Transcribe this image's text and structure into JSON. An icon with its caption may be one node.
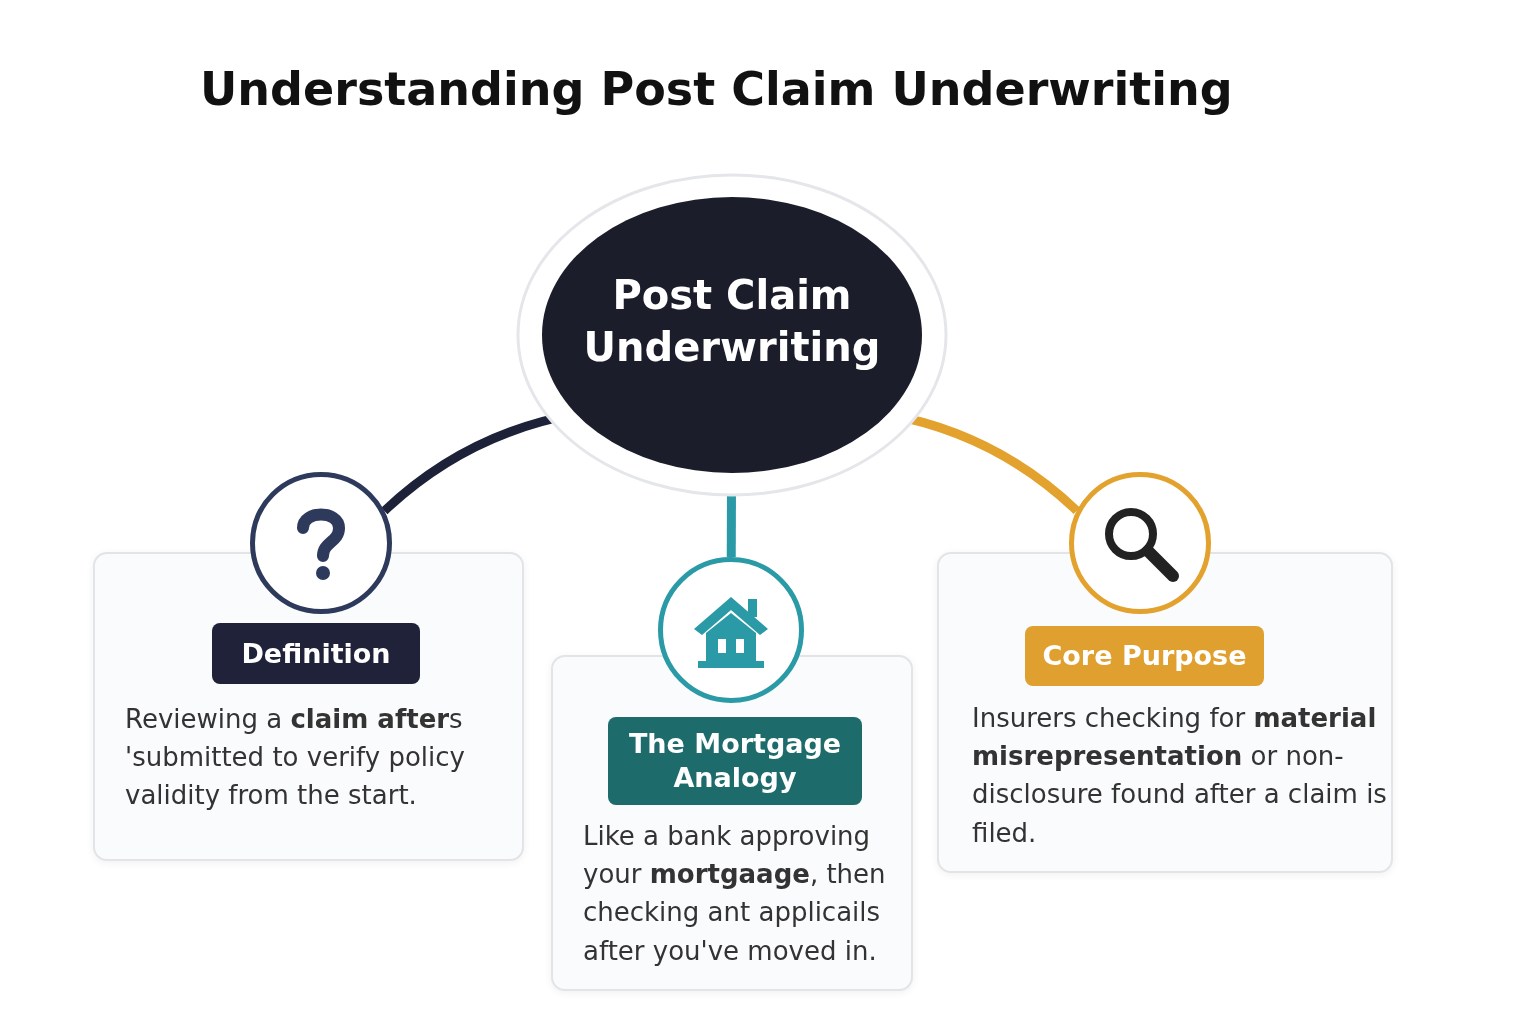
{
  "diagram": {
    "title": "Understanding Post Claim Underwriting",
    "nodes": [
      {
        "text": [
          "Post Claim Underwriting"
        ]
      },
      {
        "text": [],
        "shape": "circle"
      },
      {
        "text": [
          "Definition",
          "Reviewing a **claim after**s 'submitted to verify policy validity from the start."
        ]
      },
      {
        "text": [],
        "shape": "circle"
      },
      {
        "text": [
          "The Mortgage Analogy",
          "Like a bank approving your **mortgaage**, then checking ant applicails after you've moved in."
        ]
      },
      {
        "text": [],
        "shape": "circle"
      },
      {
        "text": [
          "Core Purpose",
          "Insurers checking for **material misrepresentation** or non-disclosure found after a claim is filed."
        ]
      }
    ],
    "edges": [
      {
        "from": 0,
        "to": 1,
        "arrow": "none",
        "color": "#1e2238"
      },
      {
        "from": 0,
        "to": 3,
        "arrow": "none",
        "color": "#2a9aa6"
      },
      {
        "from": 0,
        "to": 5,
        "arrow": "none",
        "color": "#e3a12e"
      }
    ]
  }
}
